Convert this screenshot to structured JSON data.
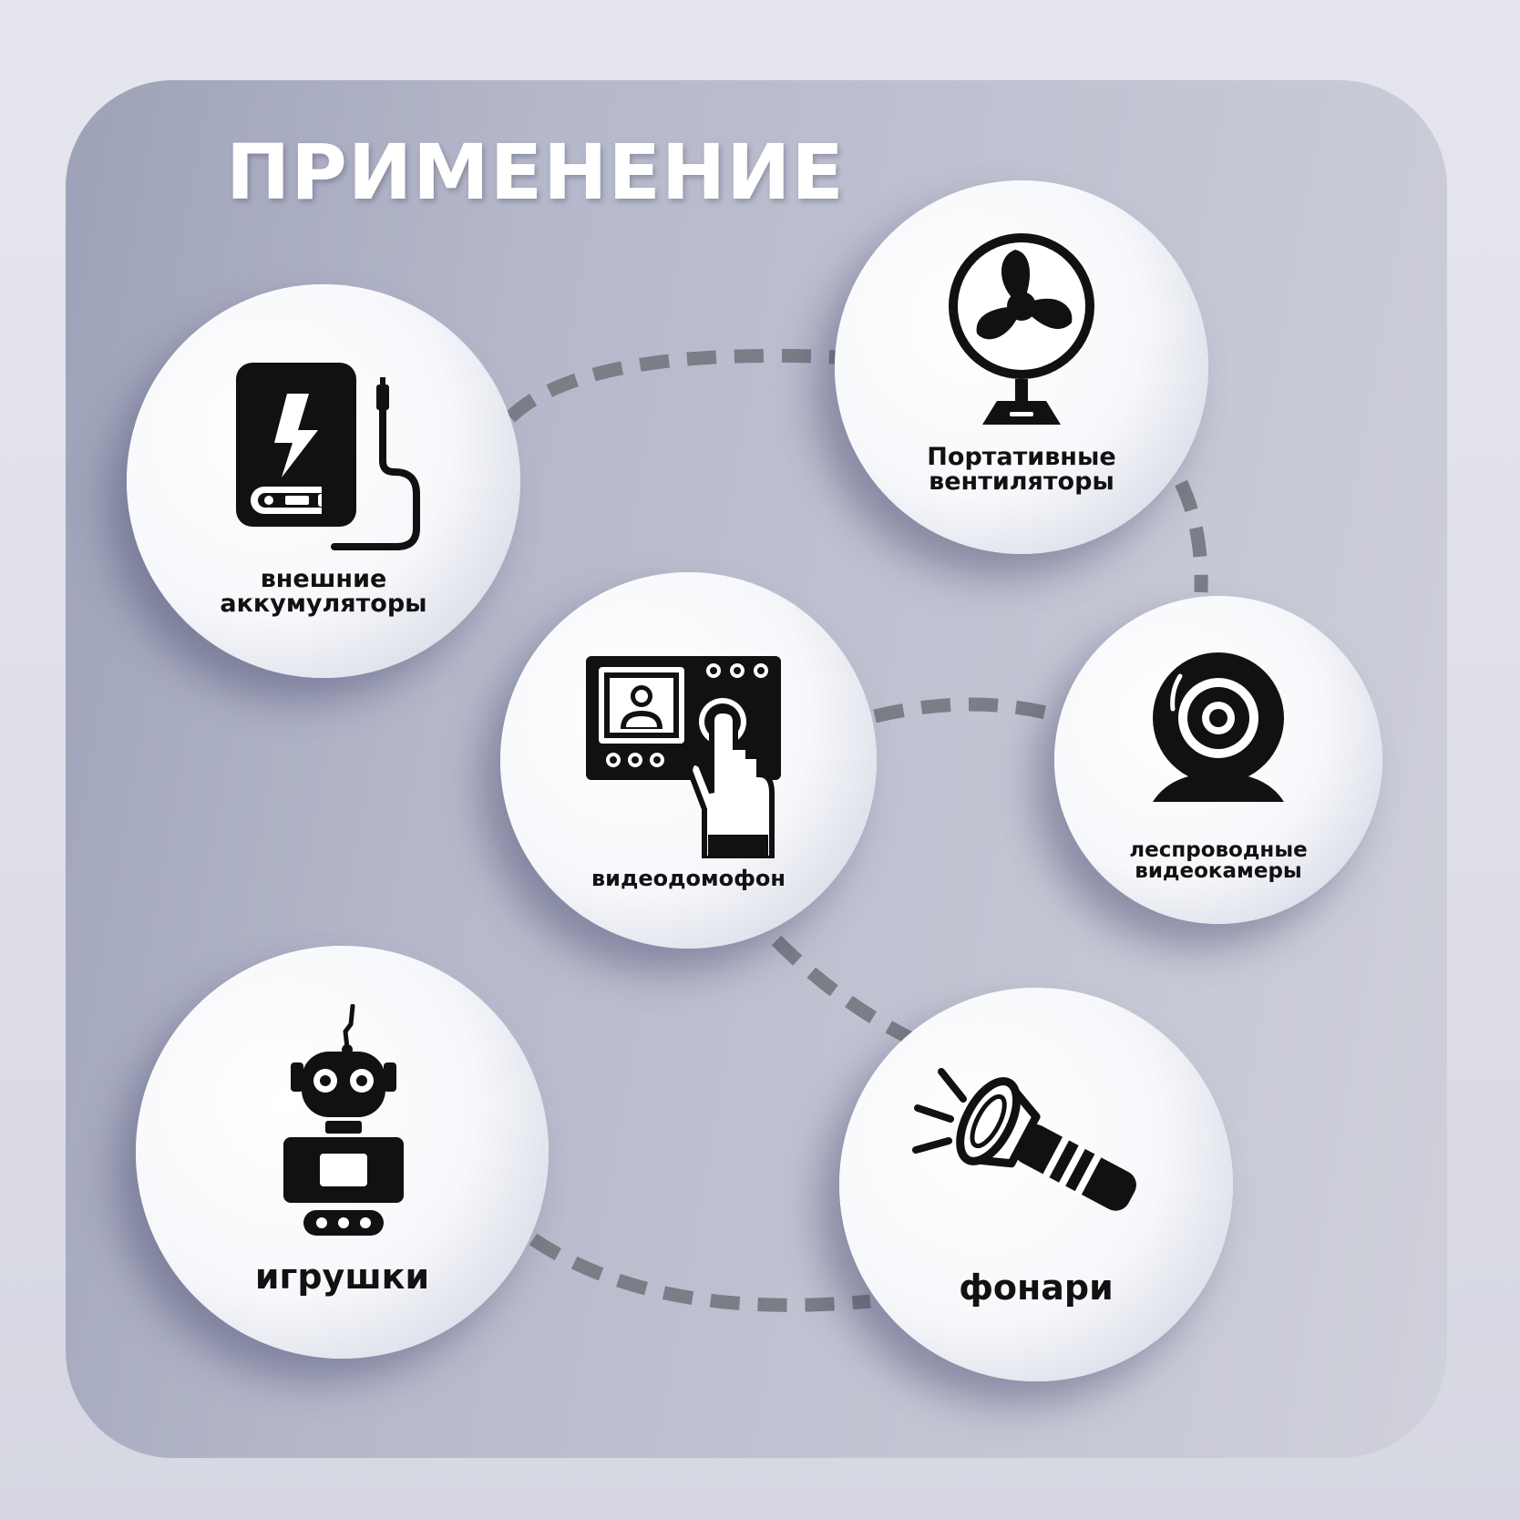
{
  "title": "ПРИМЕНЕНИЕ",
  "items": [
    {
      "id": "powerbank",
      "label": "внешние\nаккумуляторы",
      "icon": "power-bank-icon"
    },
    {
      "id": "fan",
      "label": "Портативные\nвентиляторы",
      "icon": "fan-icon"
    },
    {
      "id": "intercom",
      "label": "видеодомофон",
      "icon": "video-intercom-icon"
    },
    {
      "id": "webcam",
      "label": "леспроводные\nвидеокамеры",
      "icon": "webcam-icon"
    },
    {
      "id": "toys",
      "label": "игрушки",
      "icon": "robot-icon"
    },
    {
      "id": "flashlight",
      "label": "фонари",
      "icon": "flashlight-icon"
    }
  ],
  "colors": {
    "panel": "#b5b8ca",
    "title": "#ffffff",
    "connector": "#7c7d86",
    "icon": "#111111"
  }
}
